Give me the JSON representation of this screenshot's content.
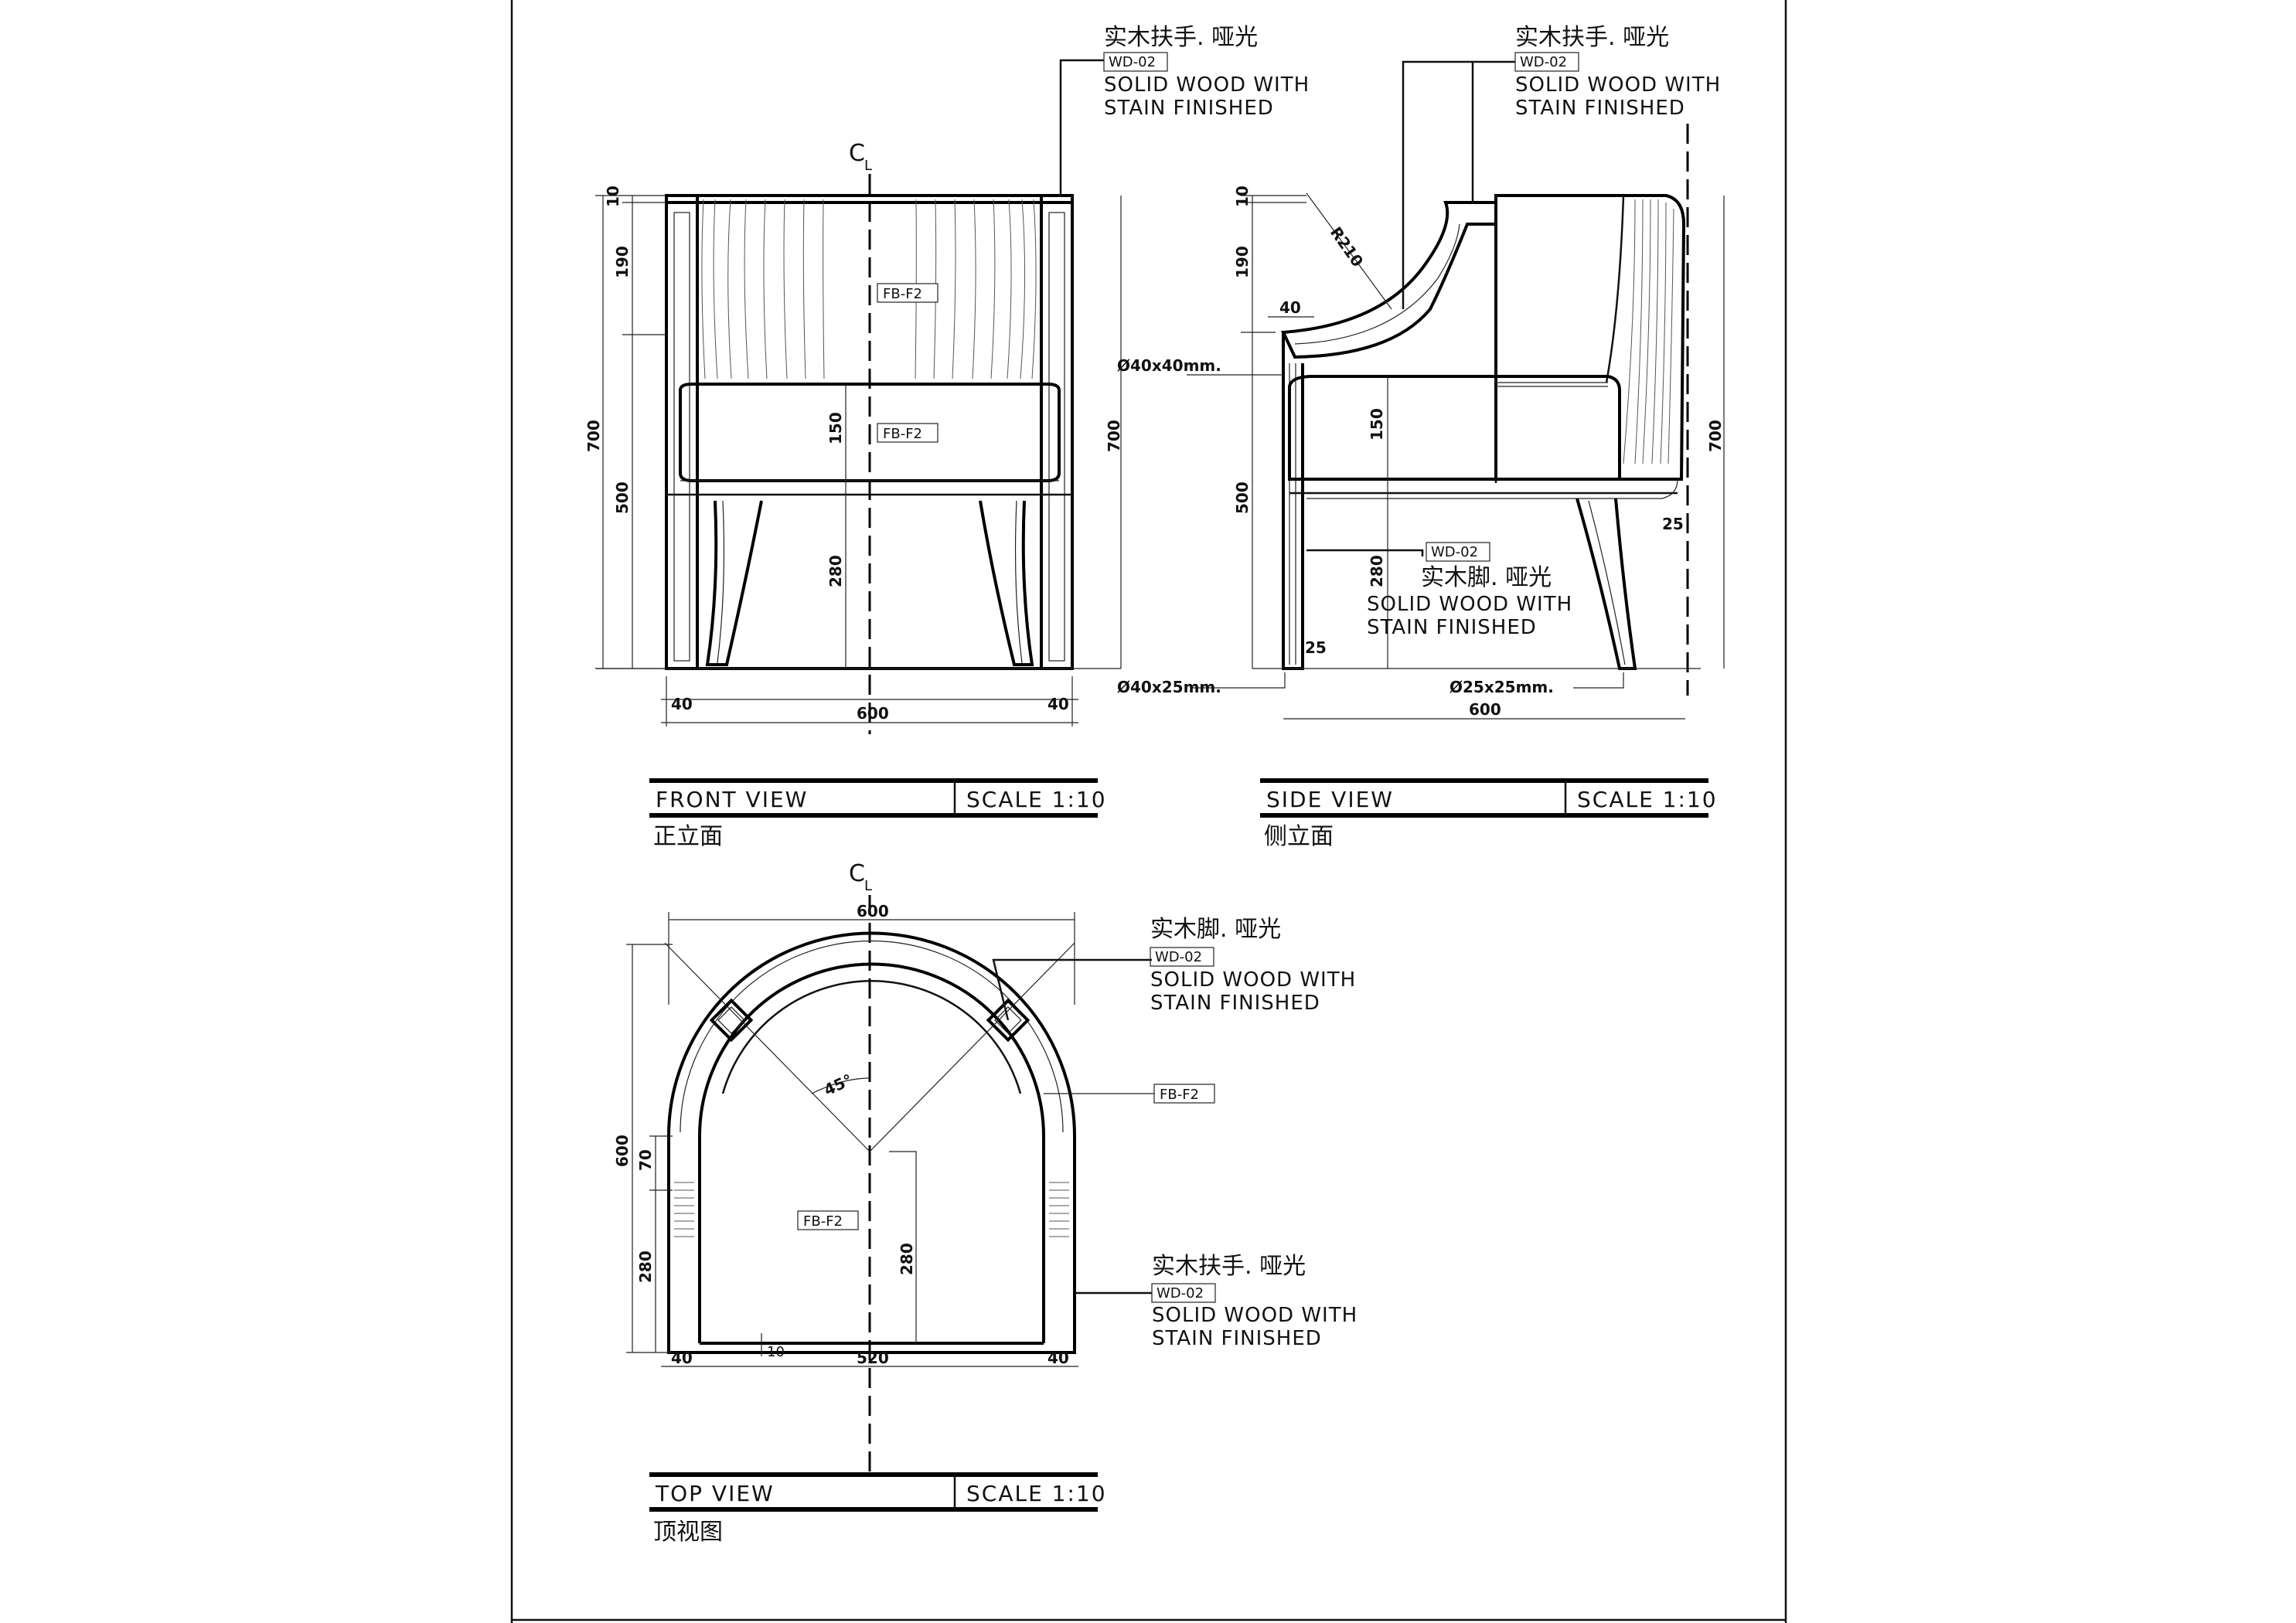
{
  "callouts": {
    "armrest_cn": "实木扶手. 哑光",
    "leg_cn": "实木脚. 哑光",
    "material_code": "WD-02",
    "material_line1": "SOLID WOOD WITH",
    "material_line2": "STAIN FINISHED",
    "fabric_code": "FB-F2"
  },
  "centerline": "C",
  "front": {
    "title": "FRONT VIEW",
    "scale": "SCALE 1:10",
    "title_cn": "正立面",
    "dims": {
      "d10": "10",
      "d190": "190",
      "d700": "700",
      "d500": "500",
      "d150": "150",
      "d280": "280",
      "d40": "40",
      "d600": "600",
      "d700r": "700"
    }
  },
  "side": {
    "title": "SIDE VIEW",
    "scale": "SCALE 1:10",
    "title_cn": "侧立面",
    "dims": {
      "d10": "10",
      "d190": "190",
      "d40": "40",
      "r210": "R210",
      "sq40x40": "Ø40x40mm.",
      "d150": "150",
      "d500": "500",
      "d280": "280",
      "d25": "25",
      "d25r": "25",
      "sq40x25": "Ø40x25mm.",
      "sq25x25": "Ø25x25mm.",
      "d600": "600",
      "d700": "700"
    }
  },
  "top": {
    "title": "TOP VIEW",
    "scale": "SCALE 1:10",
    "title_cn": "顶视图",
    "dims": {
      "d600w": "600",
      "d600h": "600",
      "d70": "70",
      "d280": "280",
      "d280c": "280",
      "d40": "40",
      "d520": "520",
      "d45": "45°",
      "d10": "10"
    }
  }
}
